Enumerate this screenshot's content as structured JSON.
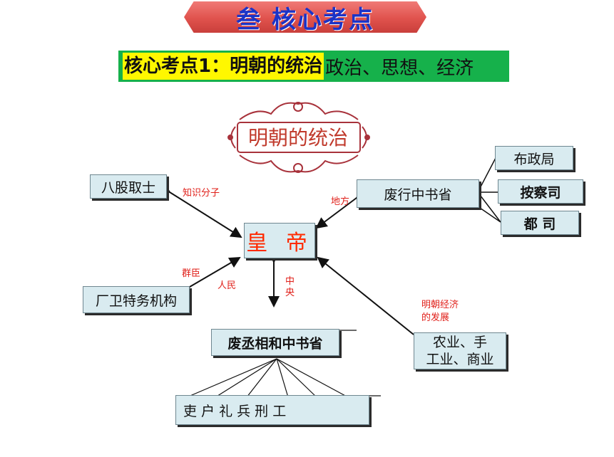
{
  "banner": {
    "title": "叁  核心考点"
  },
  "subtitle": {
    "highlight": "核心考点1：明朝的统治",
    "rest": "政治、思想、经济"
  },
  "ornament": {
    "title": "明朝的统治"
  },
  "nodes": {
    "emperor": "皇  帝",
    "bagu": "八股取士",
    "feixing": "废行中书省",
    "buzheng": "布政局",
    "ancha": "按察司",
    "dusi": "都  司",
    "changwei": "厂卫特务机构",
    "feicheng": "废丞相和中书省",
    "liubu": "吏  户  礼   兵  刑  工",
    "economy_line1": "农业、手",
    "economy_line2": "工业、商业"
  },
  "labels": {
    "zhishi": "知识分子",
    "difang": "地方",
    "qunchen": "群臣",
    "renmin": "人民",
    "zhongyang_1": "中",
    "zhongyang_2": "央",
    "jingji_1": "明朝经济",
    "jingji_2": "的发展"
  }
}
